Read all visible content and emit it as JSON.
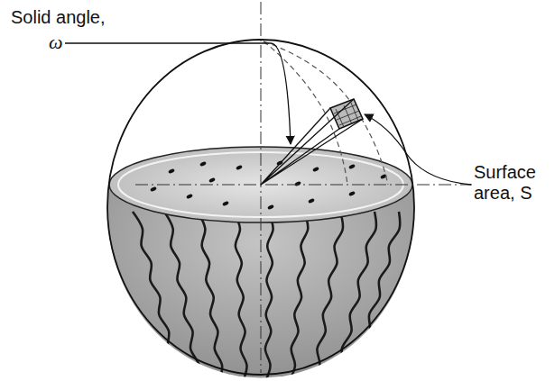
{
  "diagram": {
    "labels": [
      "Solid angle,",
      "ω",
      "Surface area, S"
    ]
  }
}
